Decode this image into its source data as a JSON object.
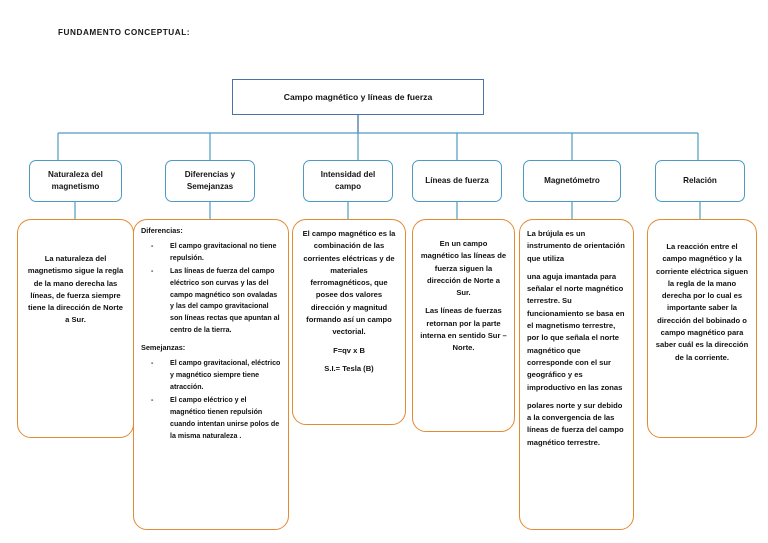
{
  "document": {
    "heading": "FUNDAMENTO CONCEPTUAL:"
  },
  "colors": {
    "root_border": "#4a72a8",
    "header_border": "#4d9bc4",
    "content_border": "#e28b32",
    "connector_root": "#4a72a8",
    "connector_branch": "#4d9bc4",
    "text": "#111111",
    "background": "#ffffff"
  },
  "root": {
    "label": "Campo magnético y líneas de fuerza"
  },
  "branches": [
    {
      "header": "Naturaleza del magnetismo",
      "blocks": [
        {
          "type": "paragraph",
          "align": "center",
          "text": "La naturaleza del magnetismo sigue la regla de la mano derecha las líneas, de fuerza siempre tiene la dirección de Norte a Sur."
        }
      ]
    },
    {
      "header": "Diferencias y Semejanzas",
      "blocks": [
        {
          "type": "section-title",
          "text": "Diferencias:"
        },
        {
          "type": "bullets",
          "items": [
            "El campo gravitacional no tiene repulsión.",
            "Las líneas de fuerza del campo eléctrico son curvas y las del campo magnético son ovaladas y las del campo gravitacional son líneas rectas que apuntan al centro de la tierra."
          ]
        },
        {
          "type": "section-title",
          "text": "Semejanzas:"
        },
        {
          "type": "bullets",
          "items": [
            "El campo gravitacional, eléctrico y magnético siempre tiene atracción.",
            "El campo eléctrico y el magnético tienen repulsión cuando intentan unirse polos de la misma naturaleza ."
          ]
        }
      ]
    },
    {
      "header": "Intensidad del campo",
      "blocks": [
        {
          "type": "paragraph",
          "align": "center",
          "text": "El campo magnético es la combinación de las corrientes eléctricas y de materiales ferromagnéticos, que posee dos valores dirección y magnitud formando así un campo vectorial."
        },
        {
          "type": "paragraph",
          "align": "center",
          "text": "F=qv x B"
        },
        {
          "type": "paragraph",
          "align": "center",
          "text": "S.I.= Tesla (B)"
        }
      ]
    },
    {
      "header": "Líneas de fuerza",
      "blocks": [
        {
          "type": "paragraph",
          "align": "center",
          "text": "En un campo magnético las líneas de fuerza siguen la dirección de Norte a Sur."
        },
        {
          "type": "paragraph",
          "align": "center",
          "text": "Las líneas de fuerzas retornan por la parte interna en sentido Sur – Norte."
        }
      ]
    },
    {
      "header": "Magnetómetro",
      "blocks": [
        {
          "type": "paragraph",
          "align": "left",
          "text": "La brújula es un instrumento de orientación que utiliza"
        },
        {
          "type": "paragraph",
          "align": "left",
          "text": "una aguja imantada para señalar el norte magnético terrestre. Su funcionamiento se basa en el magnetismo terrestre, por lo que señala el norte magnético que corresponde con el sur geográfico y es improductivo en las zonas"
        },
        {
          "type": "paragraph",
          "align": "left",
          "text": "polares norte y sur debido a la convergencia de las líneas de fuerza del campo magnético terrestre."
        }
      ]
    },
    {
      "header": "Relación",
      "blocks": [
        {
          "type": "paragraph",
          "align": "center",
          "text": "La reacción entre el campo magnético y la corriente eléctrica siguen la regla de la mano derecha por lo cual es importante saber la dirección del bobinado o campo magnético para saber cuál es la dirección de la corriente."
        }
      ]
    }
  ]
}
